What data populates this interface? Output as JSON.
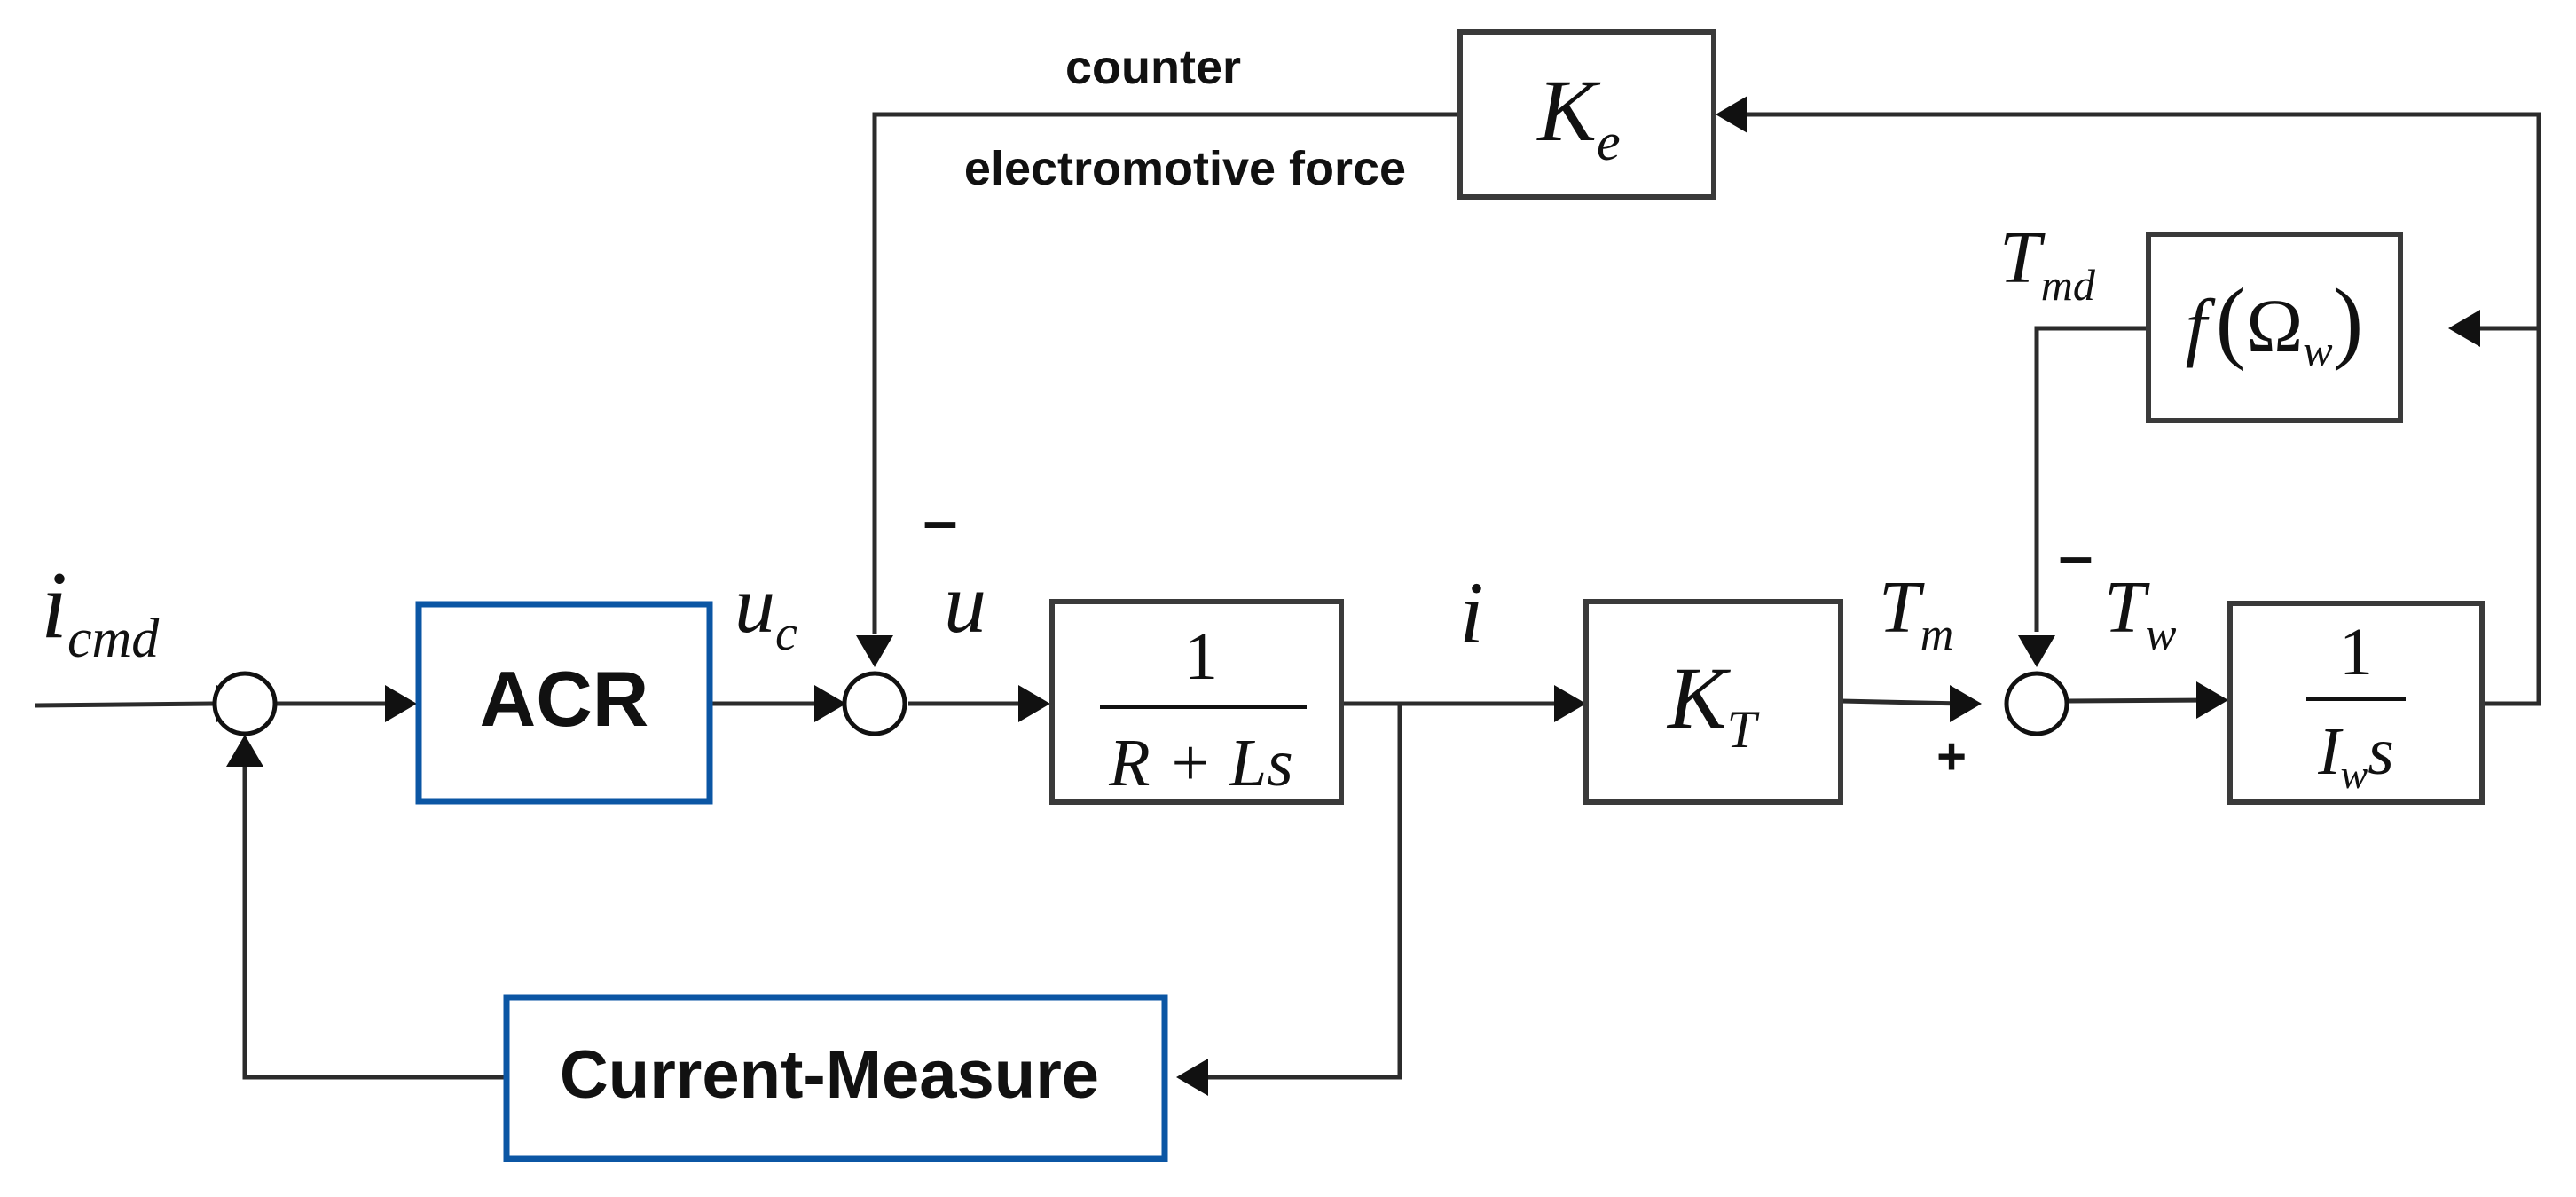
{
  "input": {
    "main": "i",
    "sub": "cmd"
  },
  "blocks": {
    "acr": "ACR",
    "current_measure": "Current-Measure",
    "ke": {
      "main": "K",
      "sub": "e"
    },
    "f_omega": {
      "f": "f",
      "lparen": "(",
      "omega": "Ω",
      "sub": "w",
      "rparen": ")"
    },
    "plant": {
      "numerator": "1",
      "denominator": "R + Ls"
    },
    "kt": {
      "main": "K",
      "sub": "T"
    },
    "inertia": {
      "numerator": "1",
      "den_main": "I",
      "den_sub": "w",
      "den_tail": "s"
    }
  },
  "signals": {
    "uc": {
      "main": "u",
      "sub": "c"
    },
    "u": "u",
    "i": "i",
    "tm": {
      "main": "T",
      "sub": "m"
    },
    "tw": {
      "main": "T",
      "sub": "w"
    },
    "tmd": {
      "main": "T",
      "sub": "md"
    }
  },
  "annotations": {
    "back_emf_line1": "counter",
    "back_emf_line2": "electromotive force"
  },
  "signs": {
    "sum2_minus": "–",
    "sum3_minus": "–",
    "sum3_plus": "+"
  },
  "colors": {
    "line": "#2b2b2b",
    "box_border": "#3a3a3a",
    "accent_blue": "#0b56a4"
  }
}
